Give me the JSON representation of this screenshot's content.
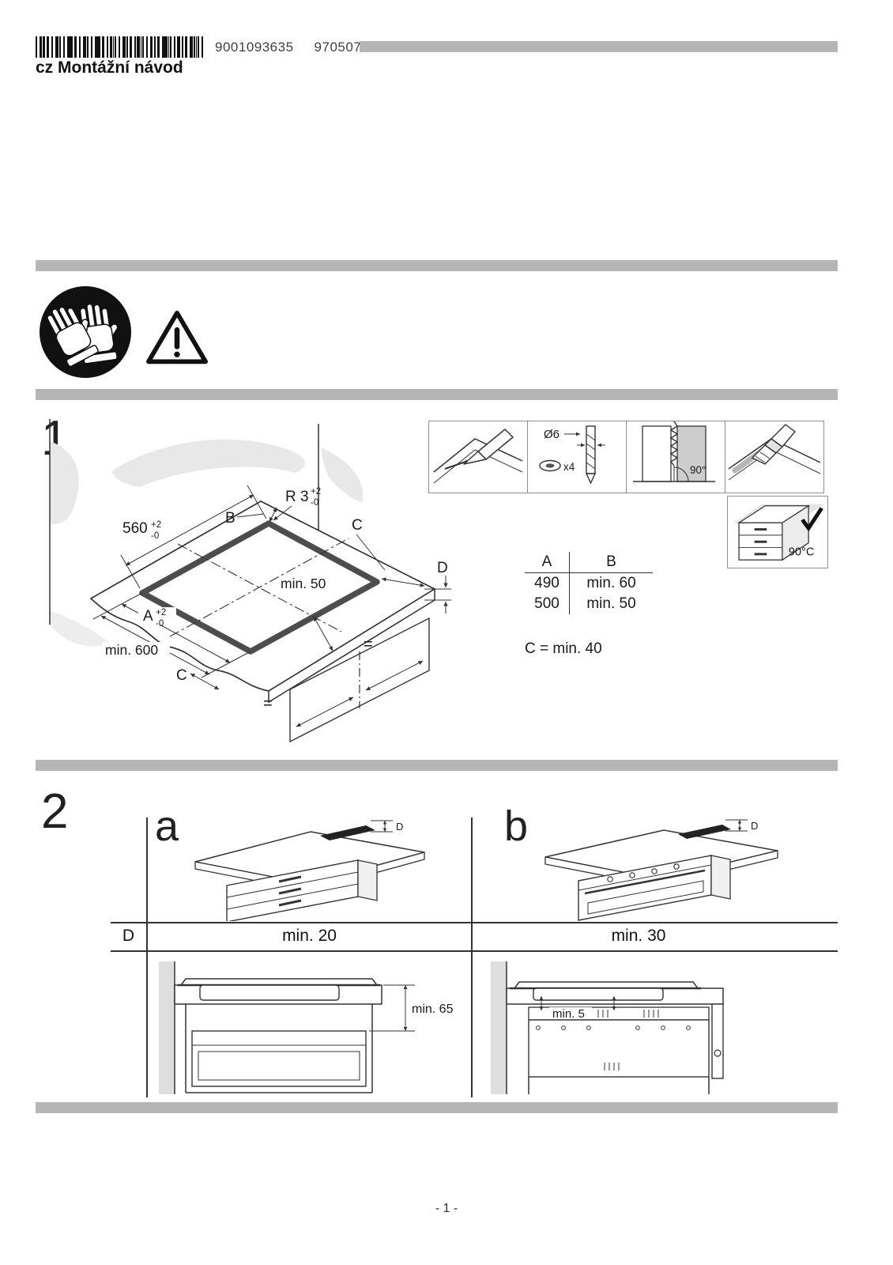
{
  "header": {
    "barcode_number": "9001093635",
    "print_code": "970507",
    "language_code": "cz",
    "title": "Montážní návod"
  },
  "icons": {
    "safety": "protective-gloves",
    "warning": "general-warning-triangle",
    "approval": "checkmark"
  },
  "section1": {
    "number": "1",
    "diagram": {
      "dim_560": "560",
      "dim_560_sup": "+2",
      "dim_560_sub": "-0",
      "dim_b": "B",
      "dim_r": "R 3",
      "dim_r_sup": "+2",
      "dim_r_sub": "-0",
      "dim_c_top": "C",
      "dim_d": "D",
      "dim_min50": "min. 50",
      "dim_a": "A",
      "dim_a_sup": "+2",
      "dim_a_sub": "-0",
      "dim_min600": "min. 600",
      "dim_c_bottom": "C",
      "equal_top": "=",
      "equal_bottom": "="
    },
    "steps": {
      "drill_diameter": "Ø6",
      "drill_count": "x4",
      "saw_angle": "90°",
      "seal_temp": "90°C"
    },
    "table": {
      "header_a": "A",
      "header_b": "B",
      "rows": [
        [
          "490",
          "min. 60"
        ],
        [
          "500",
          "min. 50"
        ]
      ],
      "note": "C = min. 40"
    }
  },
  "section2": {
    "number": "2",
    "variant_a": "a",
    "variant_b": "b",
    "dim_d_a": "D",
    "dim_d_b": "D",
    "table": {
      "header_d": "D",
      "clearance_a": "min. 20",
      "clearance_b": "min. 30"
    },
    "dim_min65": "min. 65",
    "dim_min5": "min. 5"
  },
  "footer": {
    "page_number": "- 1 -"
  }
}
